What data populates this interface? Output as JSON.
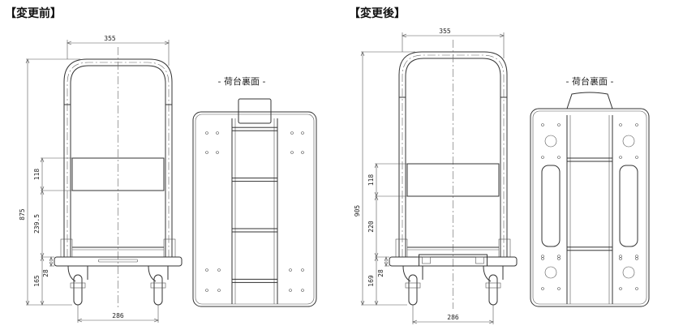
{
  "before": {
    "title": "【変更前】",
    "board_label": "- 荷台裏面 -",
    "dims": {
      "handle_width": "355",
      "total_height": "875",
      "panel_height": "118",
      "panel_to_deck": "239.5",
      "deck_height": "165",
      "deck_thickness": "28",
      "wheel_span": "286"
    }
  },
  "after": {
    "title": "【変更後】",
    "board_label": "- 荷台裏面 -",
    "dims": {
      "handle_width": "355",
      "total_height": "905",
      "panel_height": "118",
      "panel_to_deck": "220",
      "deck_height": "169",
      "deck_thickness": "28",
      "wheel_span": "286"
    }
  }
}
